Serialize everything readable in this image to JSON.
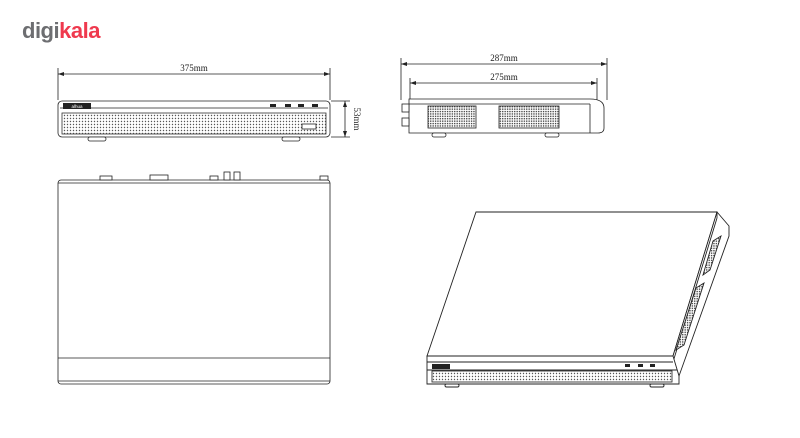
{
  "brand": {
    "prefix": "digi",
    "suffix": "kala",
    "prefix_color": "#6d6e71",
    "suffix_color": "#ef394e"
  },
  "front_view": {
    "width_label": "375mm",
    "height_label": "53mm",
    "front_logo_text": "alhua"
  },
  "side_view": {
    "depth_outer_label": "287mm",
    "depth_inner_label": "275mm"
  }
}
